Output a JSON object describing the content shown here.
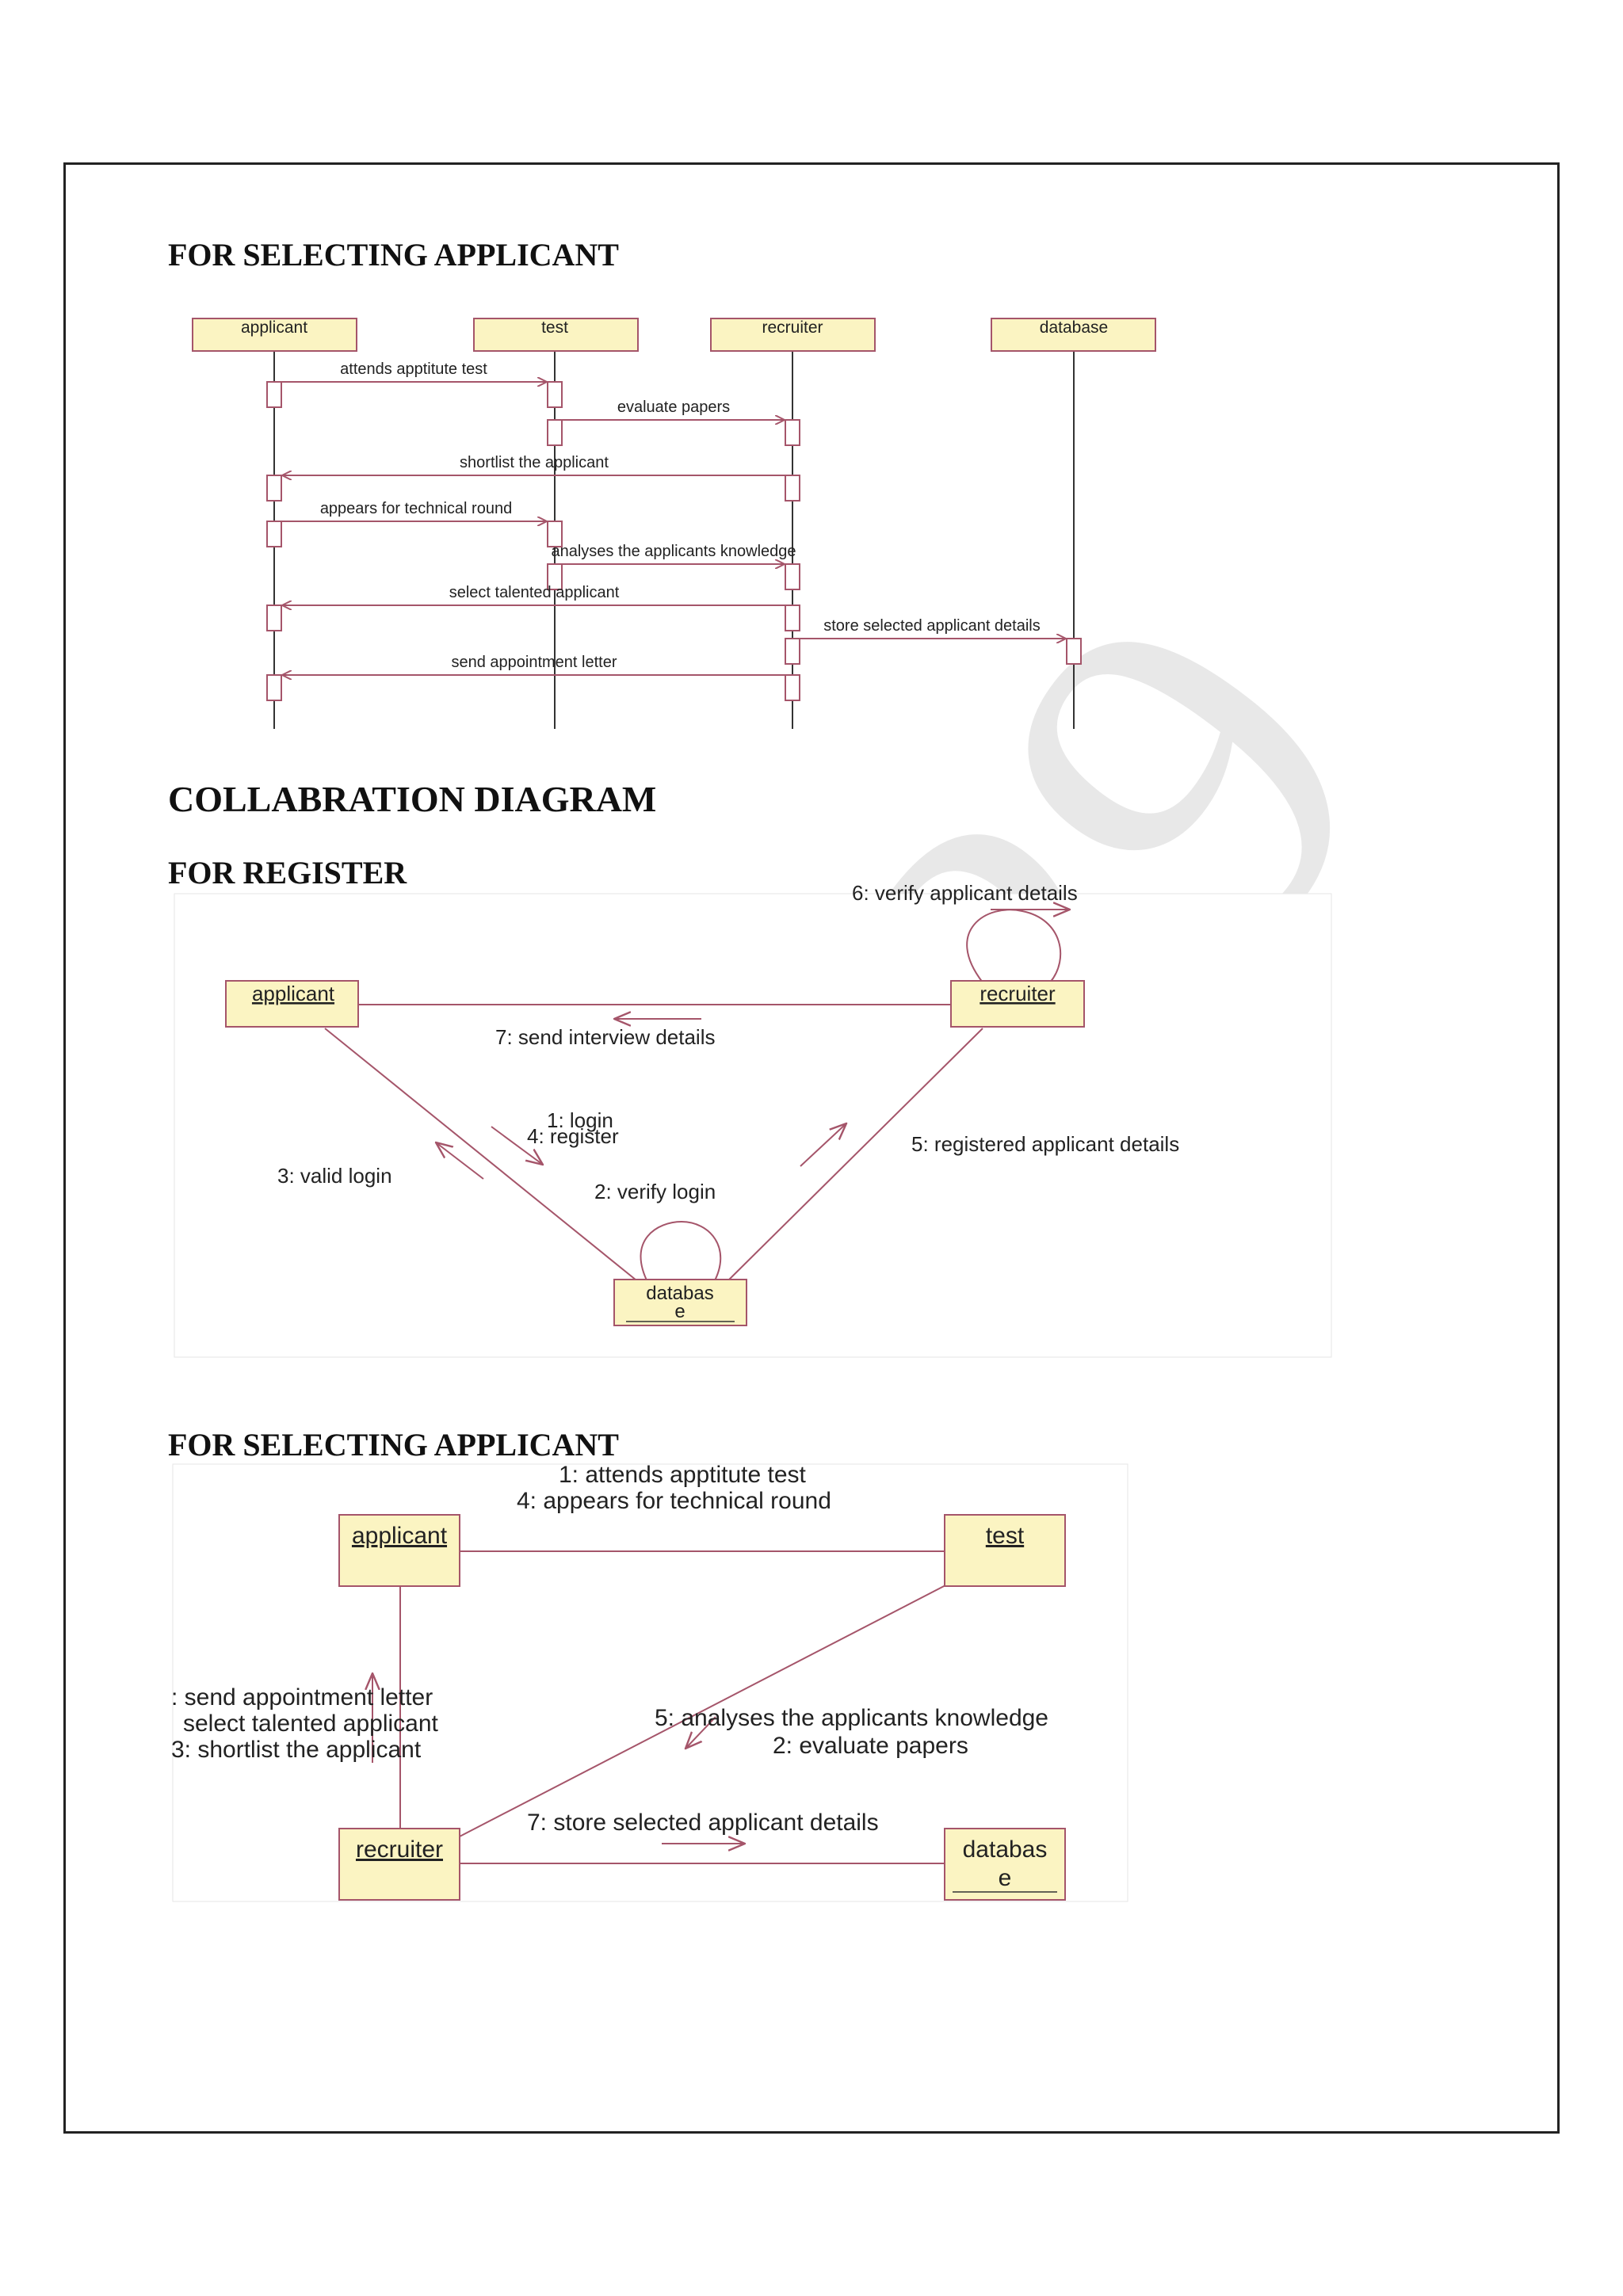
{
  "headings": {
    "seq_select": "FOR SELECTING APPLICANT",
    "collab": "COLLABRATION DIAGRAM",
    "collab_register": "FOR REGISTER",
    "collab_select": "FOR SELECTING APPLICANT"
  },
  "watermark": "029",
  "sequence": {
    "objects": [
      "applicant",
      "test",
      "recruiter",
      "database"
    ],
    "messages": [
      "attends apptitute test",
      "evaluate papers",
      "shortlist the applicant",
      "appears for technical round",
      "analyses the applicants knowledge",
      "select talented applicant",
      "store selected applicant details",
      "send appointment letter"
    ]
  },
  "collab_register": {
    "objects": [
      "applicant",
      "recruiter",
      "databas",
      "e"
    ],
    "messages": {
      "m6": "6: verify applicant details",
      "m7": "7: send interview details",
      "m1": "1: login",
      "m4": "4: register",
      "m3": "3: valid login",
      "m2": "2: verify login",
      "m5": "5: registered applicant details"
    }
  },
  "collab_select": {
    "objects": [
      "applicant",
      "test",
      "recruiter",
      "databas",
      "e"
    ],
    "messages": {
      "m1": "1: attends apptitute test",
      "m4": "4: appears for technical round",
      "m8": ": send appointment letter",
      "m6": "select talented applicant",
      "m3": "3: shortlist the applicant",
      "m5": "5: analyses the applicants knowledge",
      "m2": "2: evaluate papers",
      "m7": "7: store selected applicant details"
    }
  }
}
